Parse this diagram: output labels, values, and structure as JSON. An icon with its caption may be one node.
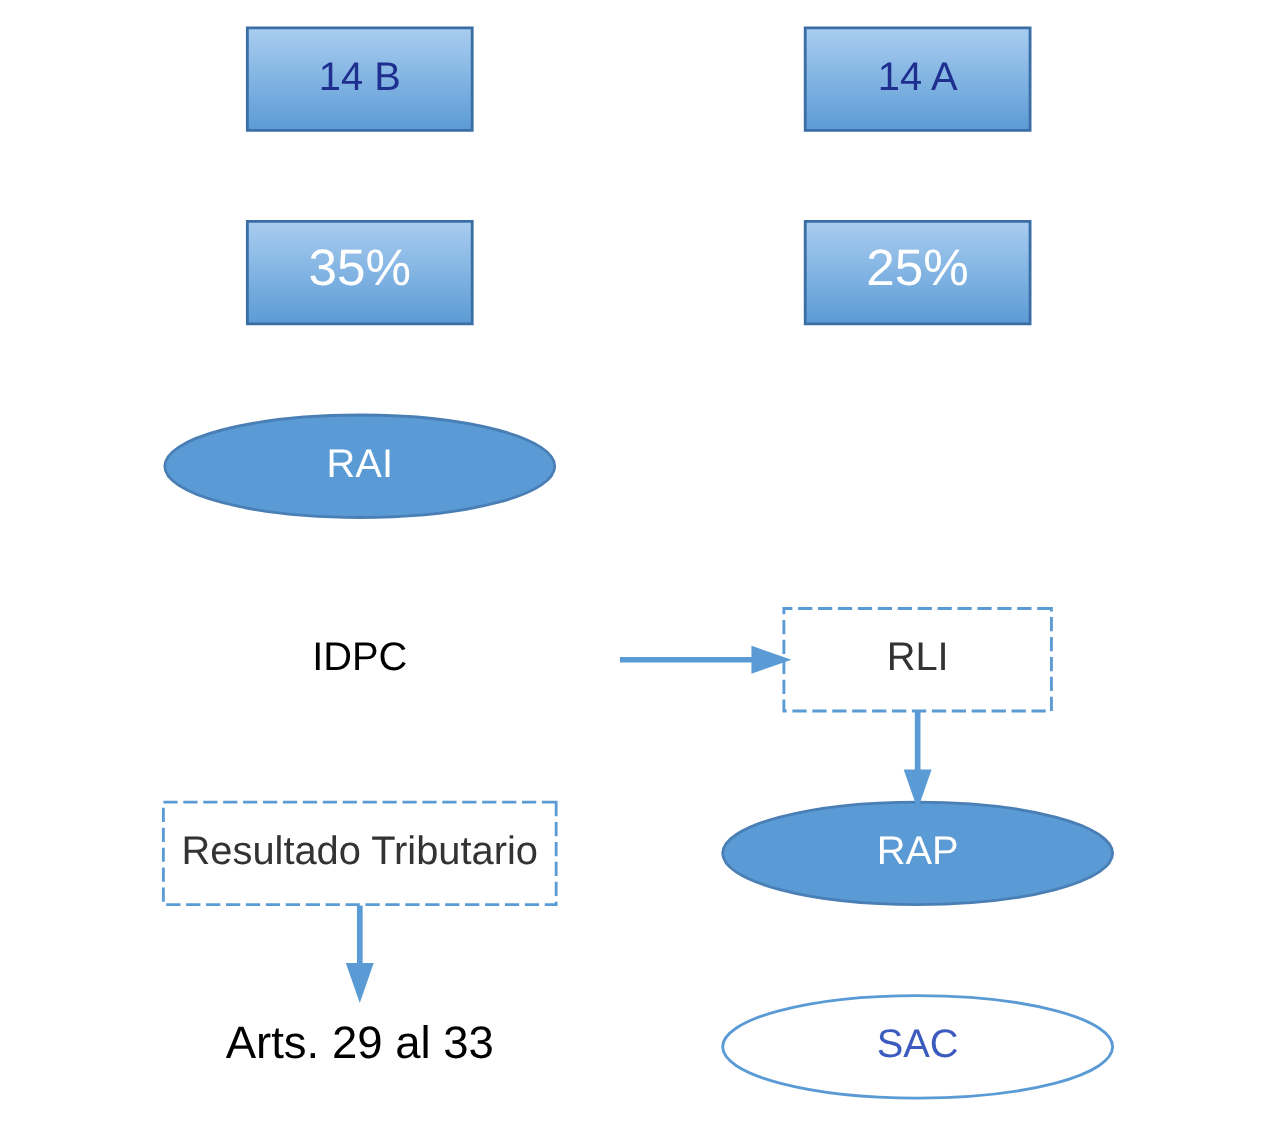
{
  "diagram": {
    "nodes": [
      {
        "text": [
          "14 B"
        ]
      },
      {
        "text": [
          "14 A"
        ]
      },
      {
        "text": [
          "35%"
        ]
      },
      {
        "text": [
          "RAI"
        ]
      },
      {
        "text": [
          "25%"
        ]
      },
      {
        "text": [
          "RLI"
        ]
      },
      {
        "text": [
          "Resultado Tributario"
        ]
      },
      {
        "text": [
          "RAP"
        ]
      },
      {
        "text": [
          "Arts. 29 al 33"
        ]
      },
      {
        "text": [
          "SAC"
        ]
      }
    ],
    "edges": [
      {
        "from": 6,
        "to": 8,
        "arrow": "to"
      },
      {
        "from": 5,
        "to": 7,
        "arrow": "to"
      },
      {
        "from": null,
        "to": 5,
        "arrow": "to"
      }
    ],
    "labels": [
      "IDPC"
    ]
  }
}
